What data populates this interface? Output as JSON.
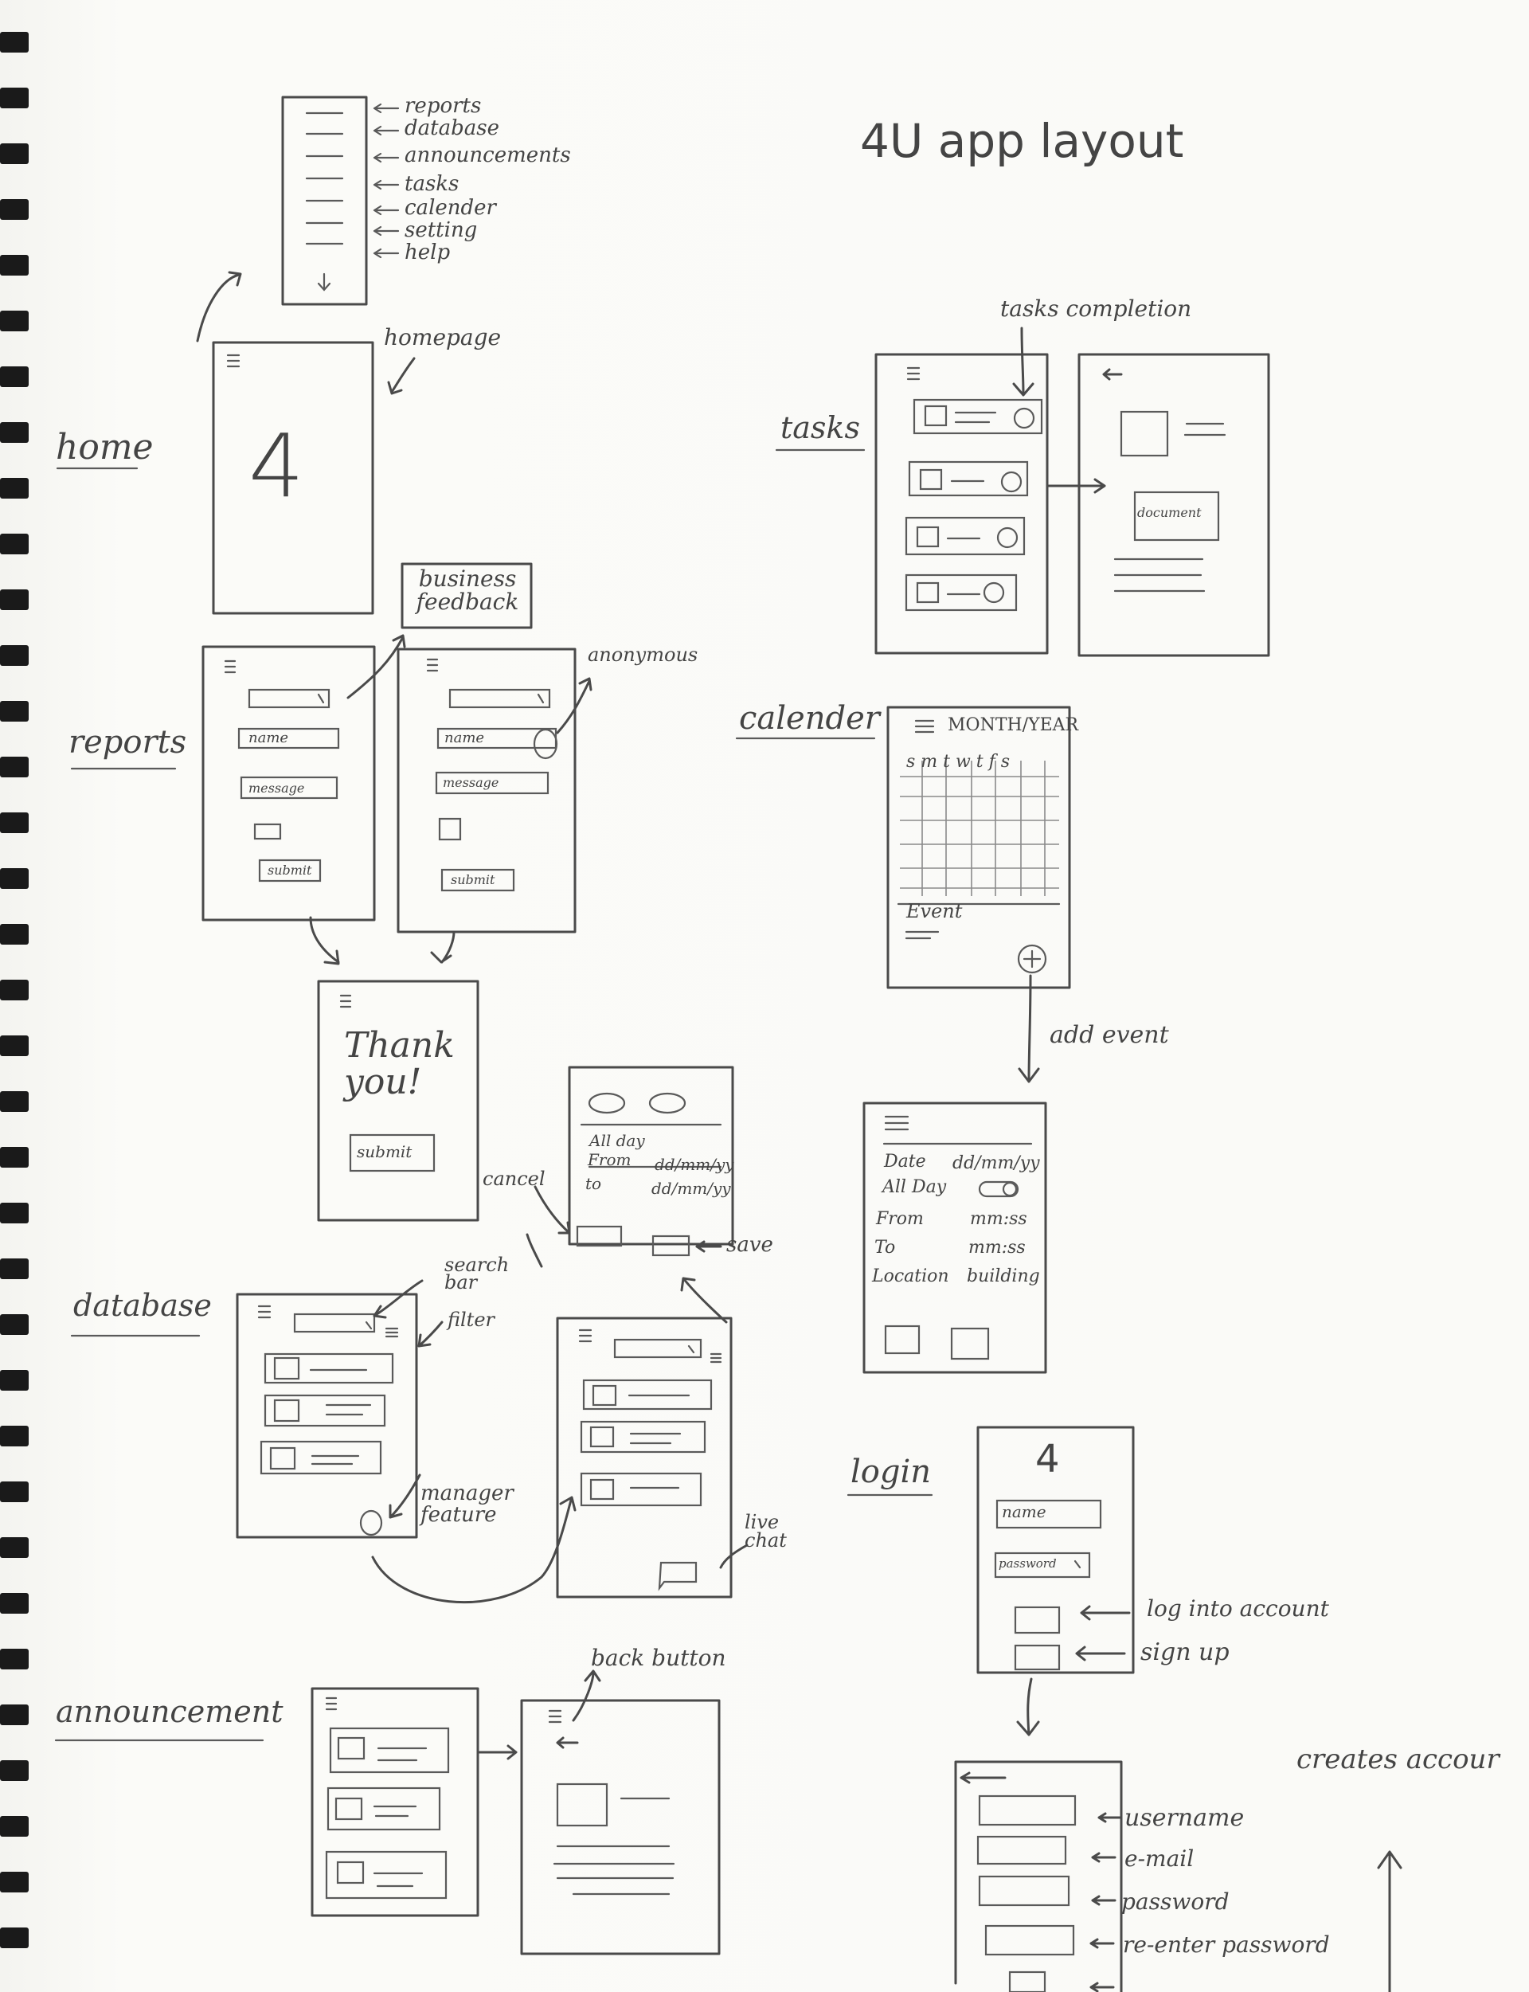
{
  "title": "4U app layout",
  "sections": {
    "home": "home",
    "reports": "reports",
    "database": "database",
    "announcement": "announcement",
    "tasks": "tasks",
    "calender": "calender",
    "login": "login"
  },
  "menu_items": [
    "reports",
    "database",
    "announcements",
    "tasks",
    "calender",
    "setting",
    "help"
  ],
  "notes": {
    "homepage": "homepage",
    "business_feedback": "business feedback",
    "anonymous": "anonymous",
    "tasks_completion": "tasks completion",
    "add_event": "add event",
    "cancel": "cancel",
    "save": "save",
    "search_bar": "search bar",
    "filter": "filter",
    "manager_feature": "manager feature",
    "live_chat": "live chat",
    "back_button": "back button",
    "log_into_account": "log into account",
    "sign_up": "sign up",
    "creates_account": "creates accour"
  },
  "signup_fields": [
    "username",
    "e-mail",
    "password",
    "re-enter password"
  ],
  "screens": {
    "home_logo": "4",
    "login_logo": "4",
    "name": "name",
    "message": "message",
    "submit": "submit",
    "thank_you": "Thank you!",
    "document": "document",
    "month_year": "MONTH/YEAR",
    "weekdays": "s m t w t f s",
    "event": "Event",
    "password": "password"
  },
  "event_form_a": {
    "all_day": "All day",
    "from": "From",
    "from_value": "dd/mm/yy",
    "to": "to",
    "to_value": "dd/mm/yy"
  },
  "event_form_b": {
    "date": "Date",
    "date_value": "dd/mm/yy",
    "all_day": "All Day",
    "from": "From",
    "from_value": "mm:ss",
    "to": "To",
    "to_value": "mm:ss",
    "location": "Location",
    "location_value": "building"
  }
}
